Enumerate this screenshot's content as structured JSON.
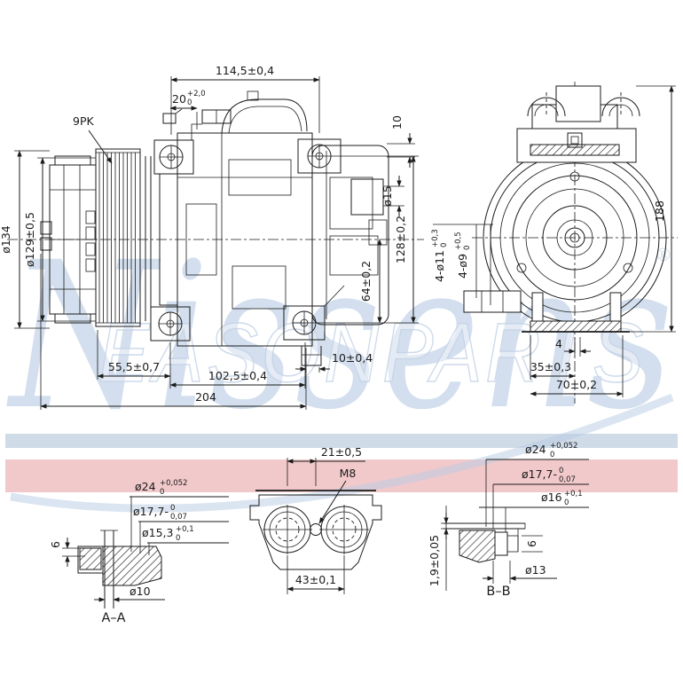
{
  "colors": {
    "ink": "#1b1b1b",
    "stripe_pink": "#f2c9cb",
    "stripe_blue": "#cfdbe7",
    "watermark_blue": "#b7cbe3"
  },
  "watermark": {
    "script": "Nissens",
    "registered": "®",
    "outline": "EASONPARTS"
  },
  "front_view": {
    "belt": "9PK",
    "width_top": "114,5±0,4",
    "conn": {
      "val": "20",
      "up": "+2,0",
      "low": "0"
    },
    "step10": "10",
    "port": "ø15",
    "v128": "128±0,2",
    "v64": "64±0,2",
    "d134": "ø134",
    "d129": "ø129±0,5",
    "w555": "55,5±0,7",
    "w1025": "102,5±0,4",
    "w204": "204",
    "foot": "10±0,4"
  },
  "side_view": {
    "h188": "188",
    "f11": {
      "val": "4-ø11",
      "up": "+0,3",
      "low": "0"
    },
    "f9": {
      "val": "4-ø9",
      "up": "+0,5",
      "low": "0"
    },
    "s4": "4",
    "s35": "35±0,3",
    "s70": "70±0,2"
  },
  "section_aa": {
    "caption": "A–A",
    "d24": {
      "val": "ø24",
      "up": "+0,052",
      "low": "0"
    },
    "d177": {
      "val": "ø17,7-",
      "up": "0",
      "low": "0,07"
    },
    "d153": {
      "val": "ø15,3",
      "up": "+0,1",
      "low": "0"
    },
    "d10": "ø10",
    "d6": "6"
  },
  "ports_view": {
    "p21": "21±0,5",
    "m8": "M8",
    "p43": "43±0,1"
  },
  "section_bb": {
    "caption": "B–B",
    "d24": {
      "val": "ø24",
      "up": "+0,052",
      "low": "0"
    },
    "d177": {
      "val": "ø17,7-",
      "up": "0",
      "low": "0,07"
    },
    "d16": {
      "val": "ø16",
      "up": "+0,1",
      "low": "0"
    },
    "plate": "1,9±0,05",
    "d13": "ø13",
    "d6": "6"
  }
}
